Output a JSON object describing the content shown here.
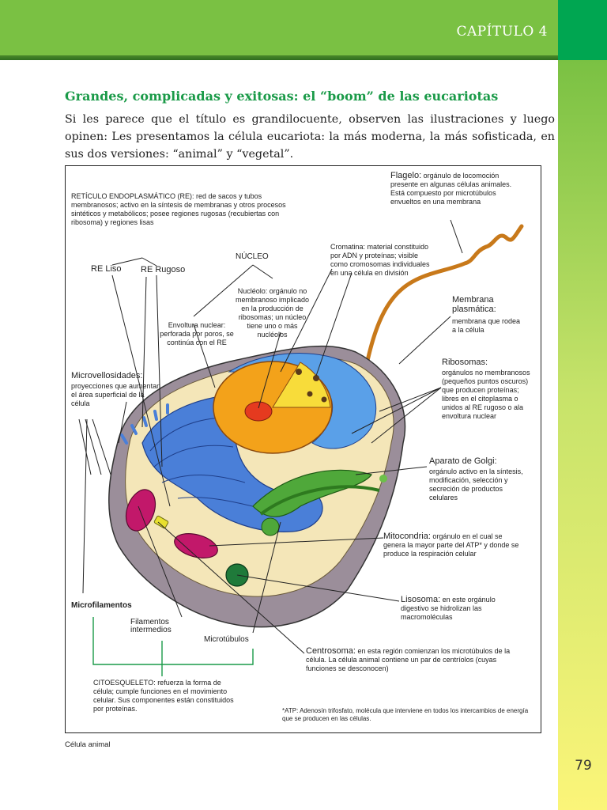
{
  "header": {
    "chapter": "CAPÍTULO 4"
  },
  "page_number": "79",
  "section": {
    "title": "Grandes, complicadas y exitosas: el “boom” de las eucariotas",
    "intro": "Si les parece que el título es grandilocuente, observen las ilustraciones y luego opinen: Les presentamos la célula eucariota: la más moderna, la más sofisticada, en sus dos versiones: “animal” y “vegetal”."
  },
  "figure": {
    "caption": "Célula animal",
    "labels": {
      "retic_head": "RETÍCULO ENDOPLASMÁTICO (RE):",
      "retic_desc": " red de sacos y tubos membranosos; activo en la síntesis de membranas y otros procesos sintéticos y metabólicos; posee regiones rugosas (recubiertas con ribosoma) y regiones lisas",
      "re_liso": "RE Liso",
      "re_rugoso": "RE Rugoso",
      "nucleo": "NÚCLEO",
      "cromatina": "Cromatina: material constituido por ADN y proteínas; visible como cromosomas individuales en una célula en división",
      "nucleolo": "Nucléolo: orgánulo no membranoso implicado en la producción de ribosomas; un núcleo tiene uno o más nucléolos",
      "envoltura": "Envoltura nuclear: perforada por poros, se continúa con el RE",
      "flagelo_head": "Flagelo:",
      "flagelo_desc": " orgánulo de locomoción presente en algunas células animales. Está compuesto por microtúbulos envueltos en una membrana",
      "membrana_head": "Membrana plasmática:",
      "membrana_desc": "membrana que rodea a la célula",
      "ribosomas_head": "Ribosomas:",
      "ribosomas_desc": "orgánulos no membranosos (pequeños puntos oscuros) que producen proteínas; libres en el citoplasma o unidos al RE rugoso o ala envoltura nuclear",
      "microv_head": "Microvellosidades:",
      "microv_desc": "proyecciones que aumentan el área superficial de la célula",
      "golgi_head": "Aparato de Golgi:",
      "golgi_desc": "orgánulo activo en la síntesis, modificación, selección y secreción de productos celulares",
      "mito_head": "Mitocondria:",
      "mito_desc": " orgánulo en el cual se genera la mayor parte del ATP* y donde se produce la respiración celular",
      "lisosoma_head": "Lisosoma:",
      "lisosoma_desc": " en este orgánulo digestivo se hidrolizan las macromoléculas",
      "microfilamentos": "Microfilamentos",
      "filamentos": "Filamentos intermedios",
      "microtubulos": "Microtúbulos",
      "centrosoma_head": "Centrosoma:",
      "centrosoma_desc": " en esta región comienzan los microtúbulos de la célula. La célula animal contiene un par de centríolos (cuyas funciones se desconocen)",
      "citoesq": "CITOESQUELETO: refuerza la forma de célula; cumple funciones en el movimiento celular. Sus componentes están constituidos por proteínas.",
      "atp_note": "*ATP: Adenosín trifosfato, molécula que interviene en todos los intercambios de energía que se producen en las células."
    }
  },
  "colors": {
    "header_green": "#7ac143",
    "chapter_box": "#00a651",
    "title_green": "#1a9a48",
    "bracket_green": "#1a9a48"
  }
}
